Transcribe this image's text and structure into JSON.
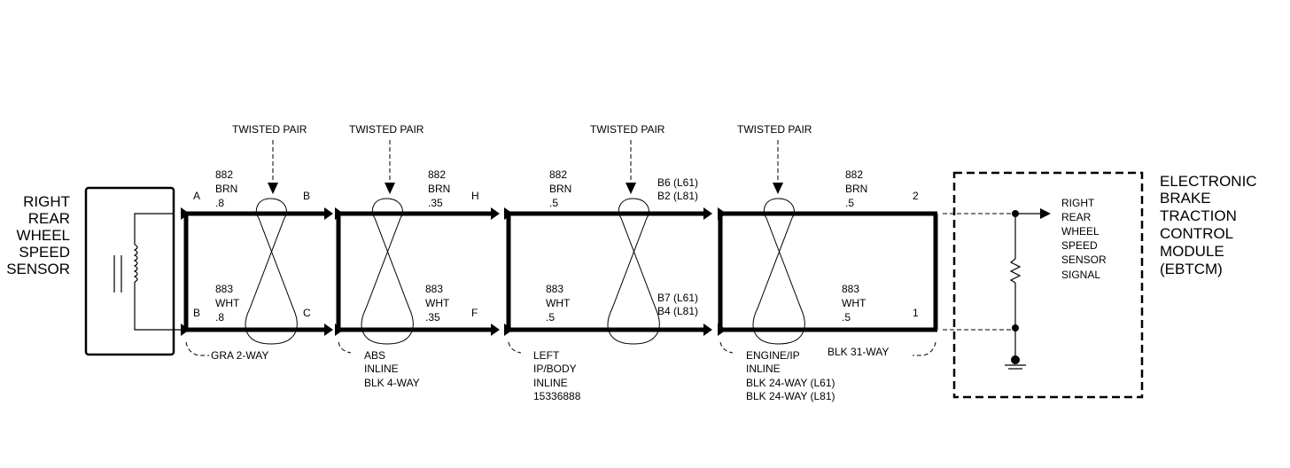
{
  "sensor": {
    "lines": [
      "RIGHT",
      "REAR",
      "WHEEL",
      "SPEED",
      "SENSOR"
    ]
  },
  "module": {
    "title_lines": [
      "ELECTRONIC",
      "BRAKE",
      "TRACTION",
      "CONTROL",
      "MODULE",
      "(EBTCM)"
    ],
    "signal_lines": [
      "RIGHT",
      "REAR",
      "WHEEL",
      "SPEED",
      "SENSOR",
      "SIGNAL"
    ]
  },
  "twisted_pair_label": "TWISTED PAIR",
  "segments": [
    {
      "top": [
        "882",
        "BRN",
        ".8"
      ],
      "bottom": [
        "883",
        "WHT",
        ".8"
      ]
    },
    {
      "top": [
        "882",
        "BRN",
        ".35"
      ],
      "bottom": [
        "883",
        "WHT",
        ".35"
      ]
    },
    {
      "top": [
        "882",
        "BRN",
        ".5"
      ],
      "bottom": [
        "883",
        "WHT",
        ".5"
      ]
    },
    {
      "top": [
        "882",
        "BRN",
        ".5"
      ],
      "bottom": [
        "883",
        "WHT",
        ".5"
      ]
    }
  ],
  "pins": {
    "s1_top_left": "A",
    "s1_top_right": "B",
    "s1_bot_left": "B",
    "s1_bot_right": "C",
    "s2_top_right": "H",
    "s2_bot_right": "F",
    "s3_top_right": [
      "B6 (L61)",
      "B2 (L81)"
    ],
    "s3_bot_right": [
      "B7 (L61)",
      "B4 (L81)"
    ],
    "s4_top_right": "2",
    "s4_bot_right": "1"
  },
  "connectors": {
    "c1": [
      "GRA 2-WAY"
    ],
    "c2": [
      "ABS",
      "INLINE",
      "BLK 4-WAY"
    ],
    "c3": [
      "LEFT",
      "IP/BODY",
      "INLINE",
      "15336888"
    ],
    "c4": [
      "ENGINE/IP",
      "INLINE",
      "BLK 24-WAY (L61)",
      "BLK 24-WAY (L81)"
    ],
    "c5": [
      "BLK 31-WAY"
    ]
  }
}
